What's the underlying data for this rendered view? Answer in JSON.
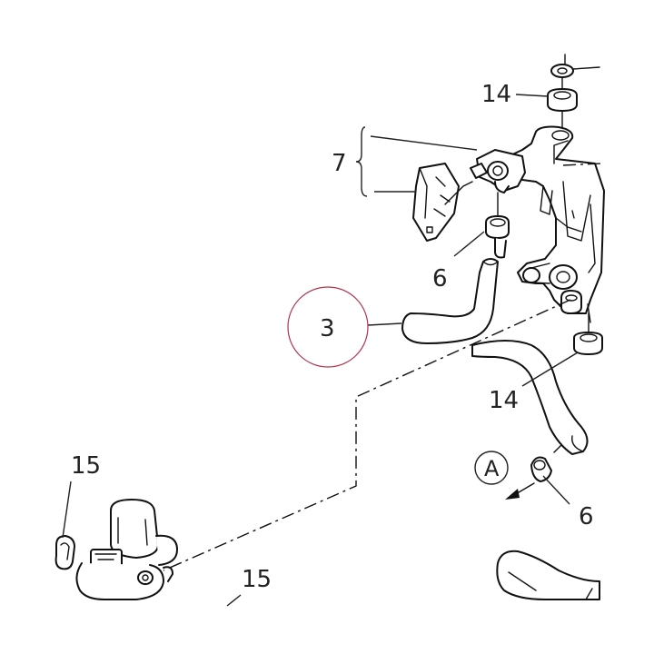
{
  "diagram": {
    "callouts": {
      "part_14_top": "14",
      "part_7": "7",
      "part_6_upper": "6",
      "part_3": "3",
      "part_14_lower": "14",
      "part_15_left": "15",
      "part_15_bottom": "15",
      "part_6_lower": "6",
      "view_a": "A"
    },
    "highlight_color": "#b0344a",
    "line_color": "#111111"
  }
}
